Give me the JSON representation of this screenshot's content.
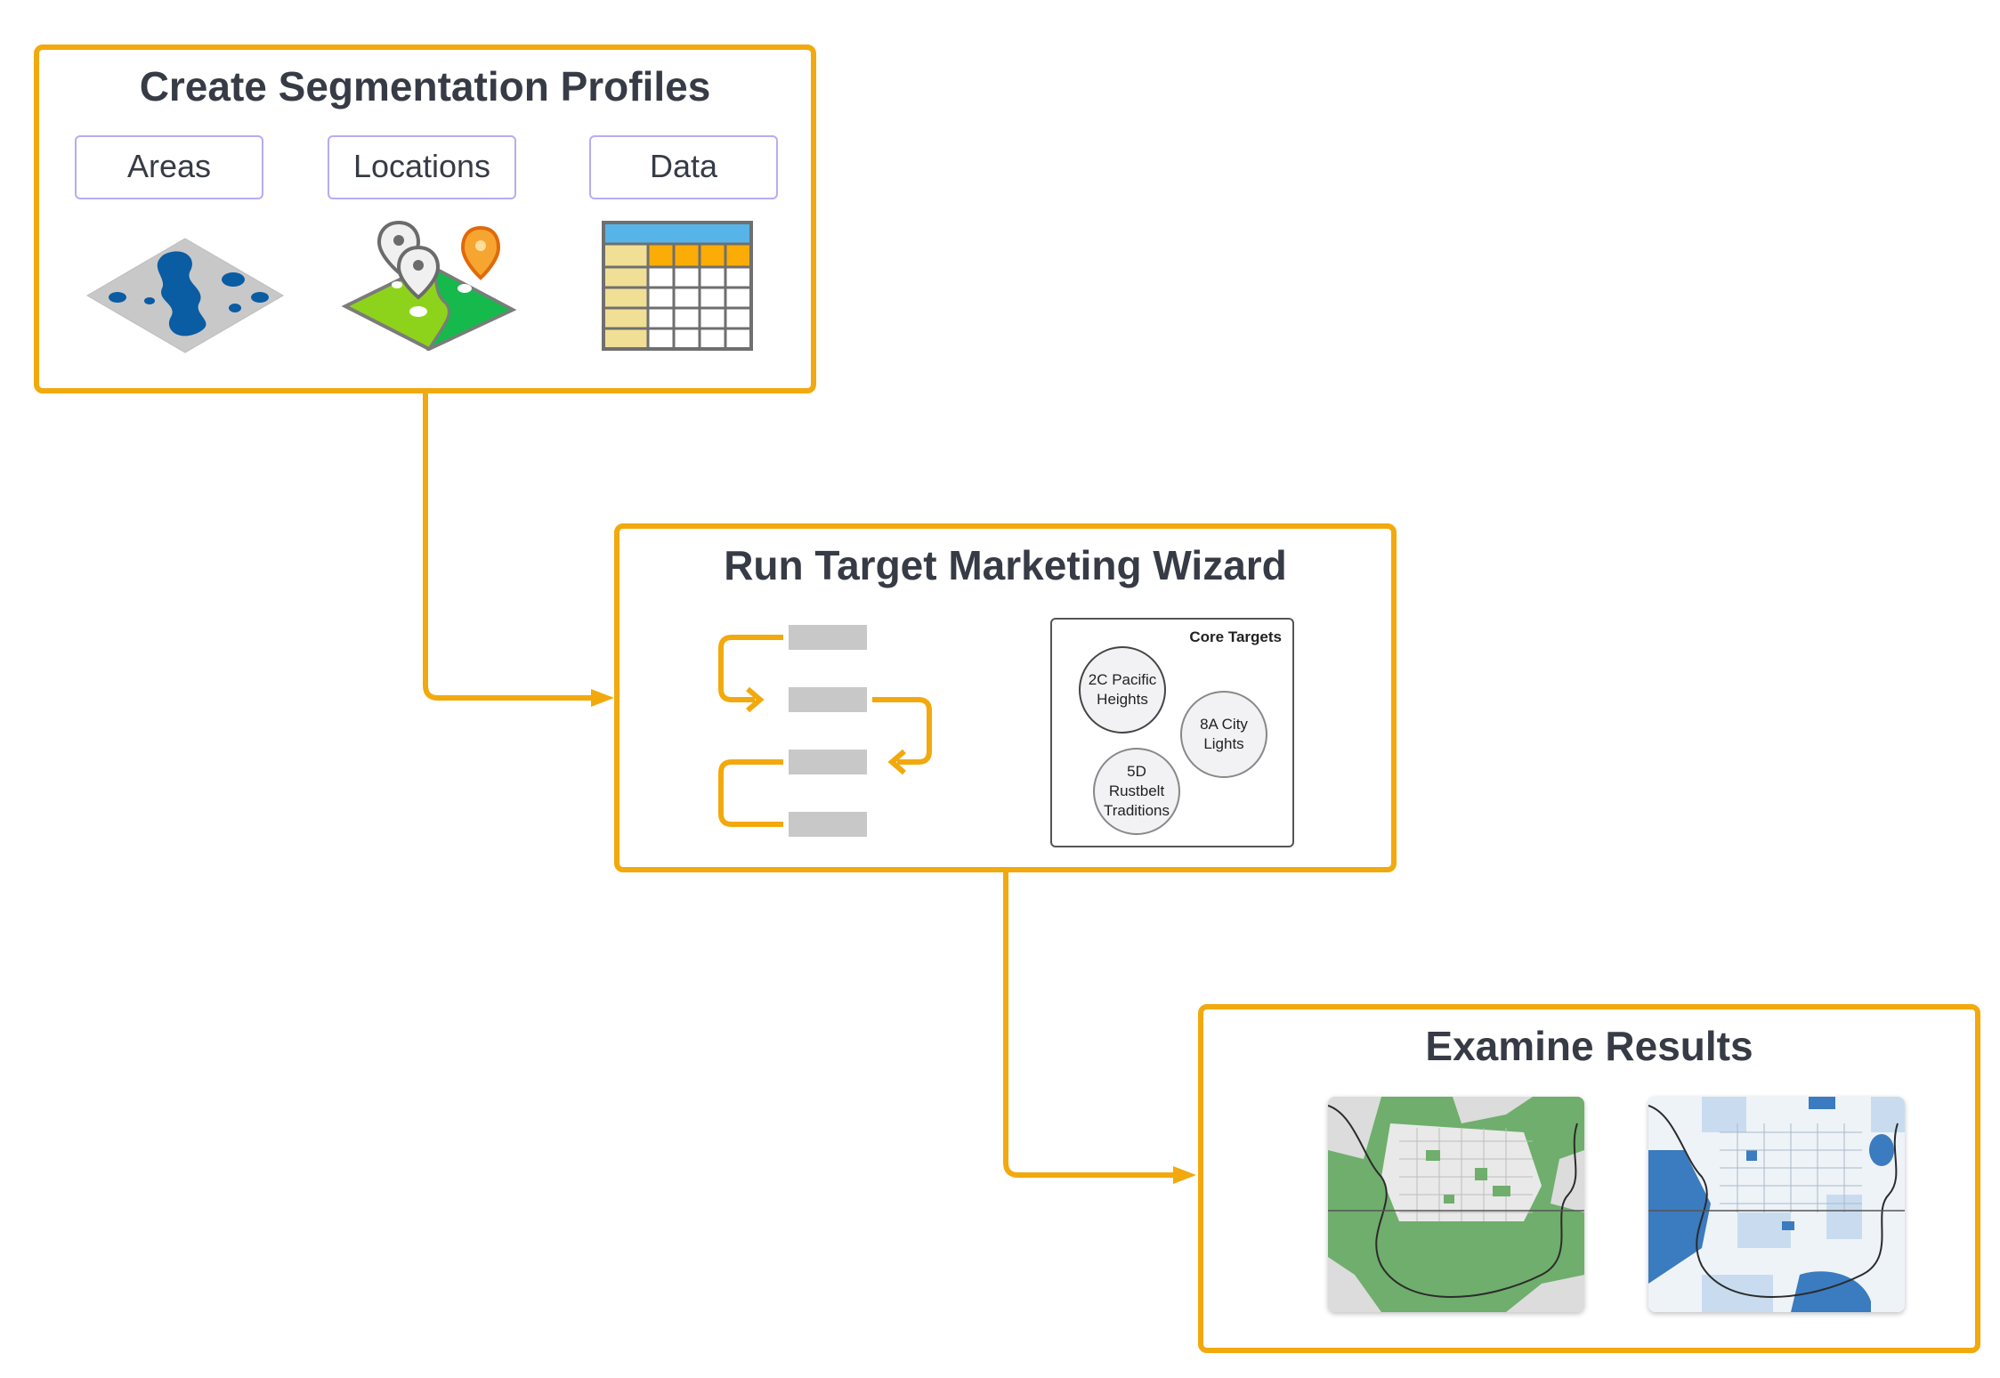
{
  "steps": [
    {
      "title": "Create Segmentation Profiles",
      "tabs": [
        "Areas",
        "Locations",
        "Data"
      ]
    },
    {
      "title": "Run Target Marketing Wizard",
      "core_targets": {
        "title": "Core Targets",
        "segments": [
          "2C Pacific Heights",
          "8A City Lights",
          "5D Rustbelt Traditions"
        ]
      }
    },
    {
      "title": "Examine Results"
    }
  ],
  "colors": {
    "accent": "#f2a90d",
    "title_text": "#363b45",
    "tab_border": "#b7acf2",
    "water_blue": "#0a5ca3",
    "map_green": "#6fae6c",
    "map_blue": "#3b7bbf"
  },
  "icons": [
    "areas-map-icon",
    "locations-map-icon",
    "data-table-icon",
    "workflow-steps-icon",
    "green-result-map",
    "blue-result-map"
  ]
}
